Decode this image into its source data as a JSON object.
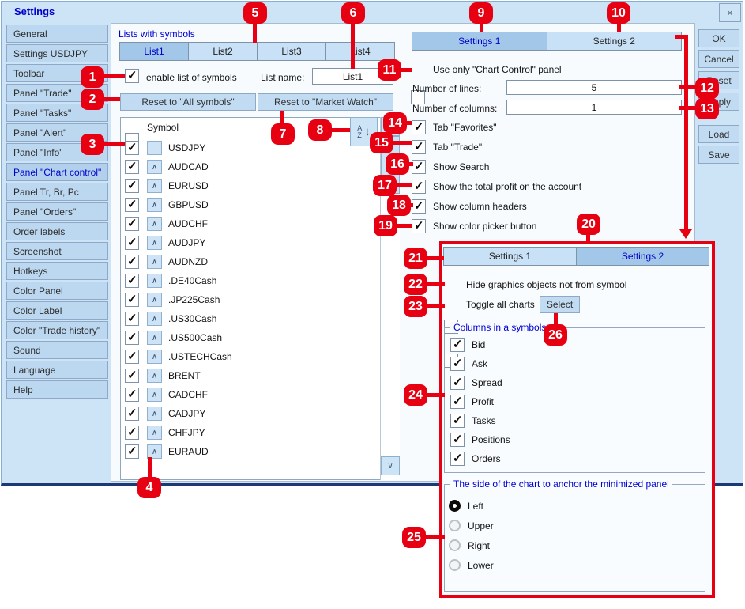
{
  "window": {
    "title": "Settings"
  },
  "icons": {
    "close": "×",
    "up": "∧",
    "down": "∨",
    "sort_arrow": "↓"
  },
  "colors": {
    "accent_red": "#e60012",
    "dialog_bg": "#cde3f6",
    "tab_active_bg": "#a3c7e9",
    "heading_blue": "#0000d4"
  },
  "sidebar": {
    "items": [
      {
        "label": "General"
      },
      {
        "label": "Settings USDJPY"
      },
      {
        "label": "Toolbar"
      },
      {
        "label": "Panel \"Trade\""
      },
      {
        "label": "Panel \"Tasks\""
      },
      {
        "label": "Panel \"Alert\""
      },
      {
        "label": "Panel \"Info\""
      },
      {
        "label": "Panel \"Chart control\"",
        "active": true
      },
      {
        "label": "Panel Tr, Br, Pc"
      },
      {
        "label": "Panel \"Orders\""
      },
      {
        "label": "Order labels"
      },
      {
        "label": "Screenshot"
      },
      {
        "label": "Hotkeys"
      },
      {
        "label": "Color Panel"
      },
      {
        "label": "Color Label"
      },
      {
        "label": "Color \"Trade history\""
      },
      {
        "label": "Sound"
      },
      {
        "label": "Language"
      },
      {
        "label": "Help"
      }
    ]
  },
  "lists_section": {
    "title": "Lists with symbols",
    "tabs": [
      {
        "label": "List1",
        "active": true
      },
      {
        "label": "List2"
      },
      {
        "label": "List3"
      },
      {
        "label": "List4"
      }
    ],
    "enable_checkbox": {
      "label": "enable list of symbols",
      "checked": true
    },
    "list_name": {
      "label": "List name:",
      "value": "List1"
    },
    "reset_all_button": "Reset to \"All symbols\"",
    "reset_market_button": "Reset to \"Market Watch\"",
    "header": {
      "label": "Symbol",
      "checked": false
    },
    "sort_button": {
      "top": "A",
      "bottom": "Z"
    },
    "symbols": [
      {
        "name": "USDJPY",
        "checked": true,
        "up": false
      },
      {
        "name": "AUDCAD",
        "checked": true,
        "up": true
      },
      {
        "name": "EURUSD",
        "checked": true,
        "up": true
      },
      {
        "name": "GBPUSD",
        "checked": true,
        "up": true
      },
      {
        "name": "AUDCHF",
        "checked": true,
        "up": true
      },
      {
        "name": "AUDJPY",
        "checked": true,
        "up": true
      },
      {
        "name": "AUDNZD",
        "checked": true,
        "up": true
      },
      {
        "name": ".DE40Cash",
        "checked": true,
        "up": true
      },
      {
        "name": ".JP225Cash",
        "checked": true,
        "up": true
      },
      {
        "name": ".US30Cash",
        "checked": true,
        "up": true
      },
      {
        "name": ".US500Cash",
        "checked": true,
        "up": true
      },
      {
        "name": ".USTECHCash",
        "checked": true,
        "up": true
      },
      {
        "name": "BRENT",
        "checked": true,
        "up": true
      },
      {
        "name": "CADCHF",
        "checked": true,
        "up": true
      },
      {
        "name": "CADJPY",
        "checked": true,
        "up": true
      },
      {
        "name": "CHFJPY",
        "checked": true,
        "up": true
      },
      {
        "name": "EURAUD",
        "checked": true,
        "up": true
      }
    ]
  },
  "settings_panel": {
    "tabs": [
      {
        "label": "Settings 1",
        "active": true
      },
      {
        "label": "Settings 2"
      }
    ],
    "use_only": {
      "label": "Use only \"Chart Control\" panel",
      "checked": false
    },
    "number_of_lines": {
      "label": "Number of lines:",
      "value": "5"
    },
    "number_of_columns": {
      "label": "Number of columns:",
      "value": "1"
    },
    "options": [
      {
        "label": "Tab \"Favorites\"",
        "checked": true
      },
      {
        "label": "Tab \"Trade\"",
        "checked": true
      },
      {
        "label": "Show Search",
        "checked": true
      },
      {
        "label": "Show the total profit on the account",
        "checked": true
      },
      {
        "label": "Show column headers",
        "checked": true
      },
      {
        "label": "Show color picker button",
        "checked": true
      }
    ]
  },
  "action_buttons": {
    "ok": "OK",
    "cancel": "Cancel",
    "reset": "Reset",
    "apply": "Apply",
    "load": "Load",
    "save": "Save"
  },
  "popup": {
    "tabs": [
      {
        "label": "Settings 1"
      },
      {
        "label": "Settings 2",
        "active": true
      }
    ],
    "hide_graphics": {
      "label": "Hide graphics objects not from symbol",
      "checked": false
    },
    "toggle_all": {
      "label": "Toggle all charts",
      "checked": false
    },
    "select_button": "Select",
    "columns_group": {
      "title": "Columns in a symbols",
      "items": [
        {
          "label": "Bid",
          "checked": true
        },
        {
          "label": "Ask",
          "checked": true
        },
        {
          "label": "Spread",
          "checked": true
        },
        {
          "label": "Profit",
          "checked": true
        },
        {
          "label": "Tasks",
          "checked": true
        },
        {
          "label": "Positions",
          "checked": true
        },
        {
          "label": "Orders",
          "checked": true
        }
      ]
    },
    "anchor_group": {
      "title": "The side of the chart to anchor the minimized panel",
      "selected": "Left",
      "items": [
        {
          "label": "Left",
          "on": true
        },
        {
          "label": "Upper"
        },
        {
          "label": "Right"
        },
        {
          "label": "Lower"
        }
      ]
    }
  },
  "callouts": [
    "1",
    "2",
    "3",
    "4",
    "5",
    "6",
    "7",
    "8",
    "9",
    "10",
    "11",
    "12",
    "13",
    "14",
    "15",
    "16",
    "17",
    "18",
    "19",
    "20",
    "21",
    "22",
    "23",
    "24",
    "25",
    "26"
  ]
}
